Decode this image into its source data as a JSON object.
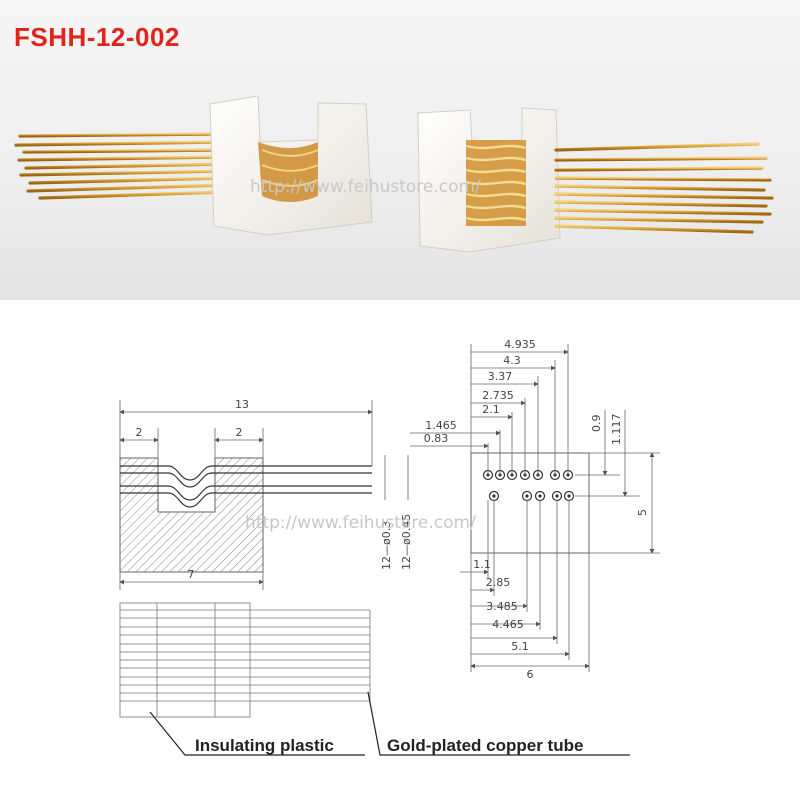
{
  "title": "FSHH-12-002",
  "watermark_photo": "http://www.feihustore.com/",
  "watermark_drawing": "http://www.feihustore.com/",
  "colors": {
    "title": "#e2231a",
    "gold": "#d59a32",
    "plastic": "#f4f1ea"
  },
  "side_view": {
    "overall_length": "13",
    "left_slot_width": "2",
    "right_slot_width": "2",
    "body_length": "7",
    "pin_spec_top": "12—ø0.3",
    "pin_spec_bottom": "12—ø0.45"
  },
  "end_view": {
    "top_dims": [
      "4.935",
      "4.3",
      "3.37",
      "2.735",
      "2.1",
      "1.465",
      "0.83"
    ],
    "right_dims": [
      "0.9",
      "1.117"
    ],
    "height": "5",
    "bottom_dims": [
      "1.1",
      "2.85",
      "3.485",
      "4.465",
      "5.1"
    ],
    "width": "6"
  },
  "labels": {
    "insulating": "Insulating plastic",
    "gold_tube": "Gold-plated copper tube"
  }
}
